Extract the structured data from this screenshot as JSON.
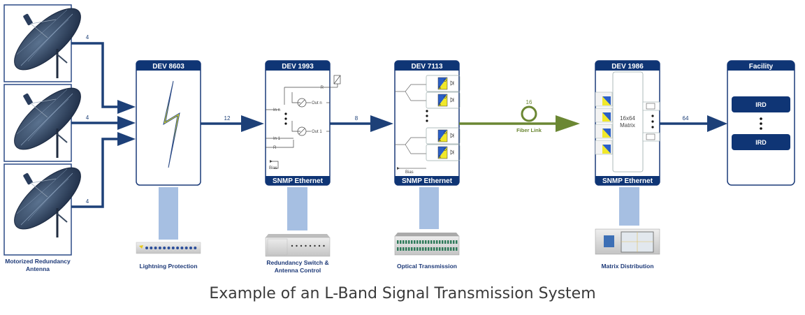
{
  "caption": "Example of an L-Band Signal Transmission System",
  "colors": {
    "navy": "#0f3575",
    "link_blue": "#1d4078",
    "fiber_green": "#6b8733",
    "stem_blue": "#a6bfe2",
    "bolt_yellow": "#f3ee1e",
    "eo_yellow": "#f0e82a",
    "eo_blue": "#2a5fc8"
  },
  "antennas": {
    "label_line1": "Motorized Redundancy",
    "label_line2": "Antenna",
    "count": 3
  },
  "links": {
    "antenna_1": "4",
    "antenna_2": "4",
    "antenna_3": "4",
    "lightning_to_switch": "12",
    "switch_to_optical": "8",
    "fiber_count": "16",
    "fiber_label": "Fiber Link",
    "matrix_to_facility": "64"
  },
  "devices": {
    "dev8603": {
      "title": "DEV 8603",
      "caption": "Lightning Protection"
    },
    "dev1993": {
      "title": "DEV 1993",
      "footer": "SNMP Ethernet",
      "caption_line1": "Redundancy Switch &",
      "caption_line2": "Antenna Control",
      "ports": {
        "r_top": "R",
        "out_n": "Out n",
        "in_n": "In n",
        "out_1": "Out 1",
        "in_1": "In 1",
        "r_bottom": "R",
        "bias": "Bias"
      }
    },
    "dev7113": {
      "title": "DEV 7113",
      "footer": "SNMP Ethernet",
      "caption": "Optical Transmission",
      "bias": "Bias",
      "eo_o": "O",
      "eo_e": "E"
    },
    "dev1986": {
      "title": "DEV 1986",
      "footer": "SNMP Ethernet",
      "caption": "Matrix Distribution",
      "matrix_line1": "16x64",
      "matrix_line2": "Matrix"
    },
    "facility": {
      "title": "Facility",
      "ird_top": "IRD",
      "ird_bottom": "IRD"
    }
  }
}
